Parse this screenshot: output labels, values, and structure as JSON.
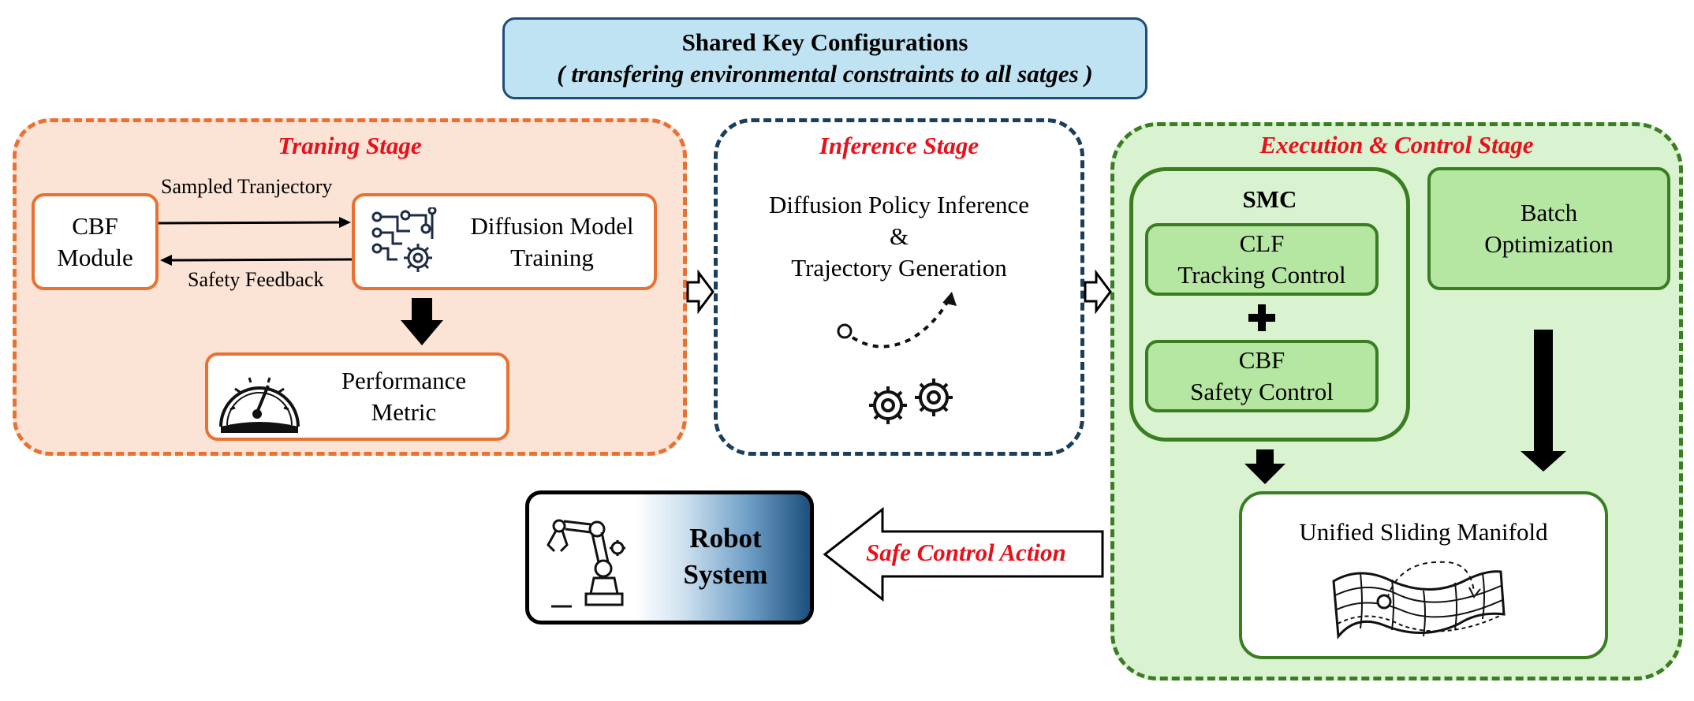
{
  "header": {
    "title": "Shared Key Configurations",
    "subtitle_open": "( ",
    "subtitle": "transfering environmental constraints to all satges",
    "subtitle_close": " )"
  },
  "training": {
    "title": "Traning Stage",
    "cbf_line1": "CBF",
    "cbf_line2": "Module",
    "diffusion_line1": "Diffusion Model",
    "diffusion_line2": "Training",
    "edge_top": "Sampled Tranjectory",
    "edge_bottom": "Safety Feedback",
    "perf_line1": "Performance",
    "perf_line2": "Metric"
  },
  "inference": {
    "title": "Inference Stage",
    "line1": "Diffusion Policy Inference",
    "line2": "&",
    "line3": "Trajectory Generation"
  },
  "execution": {
    "title": "Execution & Control Stage",
    "smc": "SMC",
    "clf_line1": "CLF",
    "clf_line2": "Tracking Control",
    "cbf_line1": "CBF",
    "cbf_line2": "Safety Control",
    "batch_line1": "Batch",
    "batch_line2": "Optimization",
    "manifold": "Unified Sliding Manifold"
  },
  "action": {
    "label": "Safe Control Action"
  },
  "robot": {
    "line1": "Robot",
    "line2": "System"
  },
  "colors": {
    "training_fill": "#fbe3d6",
    "training_border": "#e97132",
    "inference_border": "#1a3f5c",
    "execution_fill": "#d9f2d0",
    "execution_border": "#3a7d22",
    "header_fill": "#bfe3f2",
    "stage_title": "#e8101a"
  },
  "icons": [
    "circuit-gear-icon",
    "speedometer-icon",
    "trajectory-icon",
    "gears-icon",
    "manifold-surface-icon",
    "robot-arm-icon"
  ]
}
